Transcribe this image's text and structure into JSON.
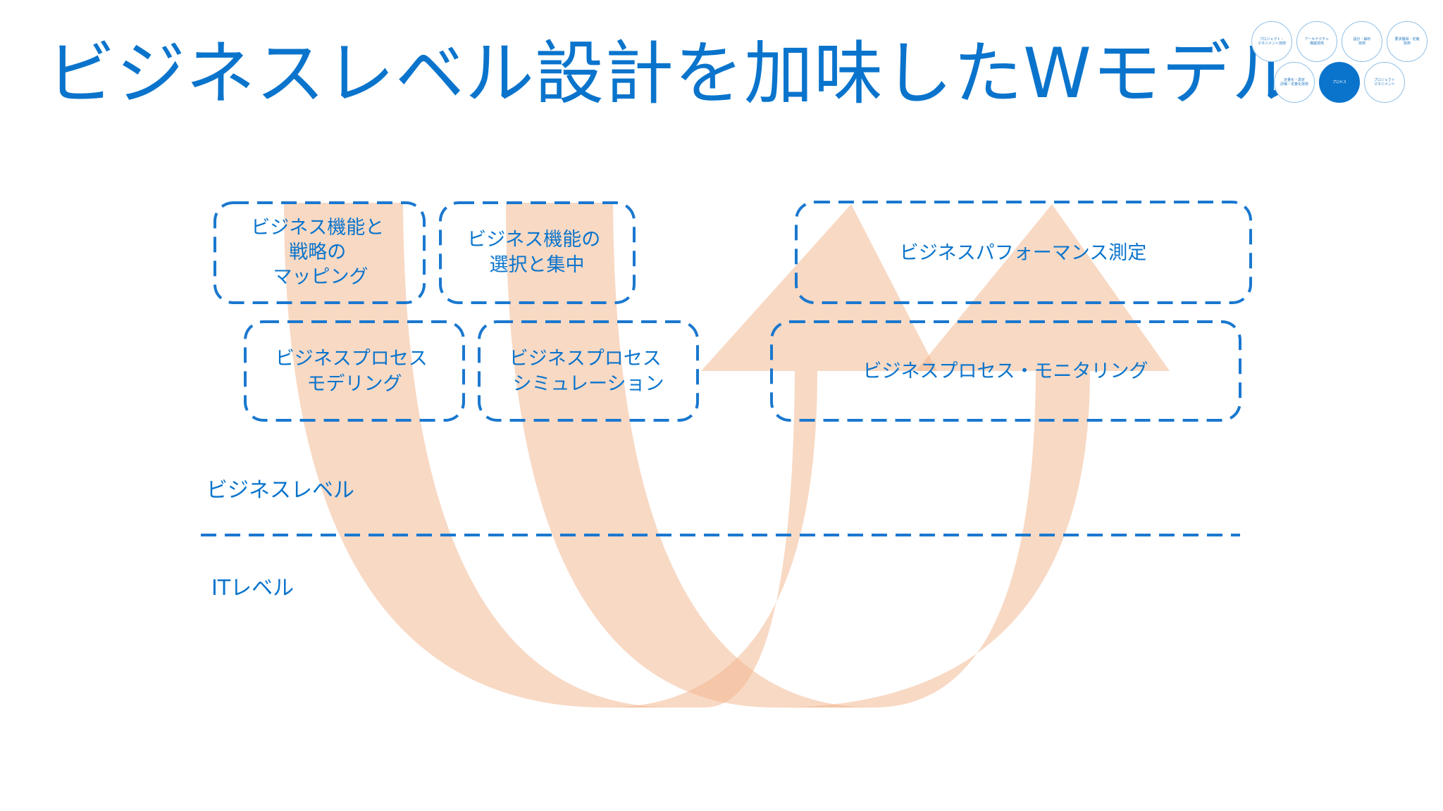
{
  "title": "ビジネスレベル設計を加味したWモデル",
  "nav_circles": [
    {
      "label": "プロジェクト・\nマネジメント技術",
      "active": false
    },
    {
      "label": "アーキテクチャ\n構築技術",
      "active": false
    },
    {
      "label": "設計・解析\n技術",
      "active": false
    },
    {
      "label": "要求獲得・定義\n技術",
      "active": false
    },
    {
      "label": "定量化・測定\n評価・定量化技術",
      "active": false
    },
    {
      "label": "プロセス",
      "active": true
    },
    {
      "label": "プロジェクト\nマネジメント",
      "active": false
    }
  ],
  "boxes": {
    "b1": [
      "ビジネス機能と",
      "戦略の",
      "マッピング"
    ],
    "b2": [
      "ビジネス機能の",
      "選択と集中"
    ],
    "b3": [
      "ビジネスパフォーマンス測定"
    ],
    "b4": [
      "ビジネスプロセス",
      "モデリング"
    ],
    "b5": [
      "ビジネスプロセス",
      "シミュレーション"
    ],
    "b6": [
      "ビジネスプロセス・モニタリング"
    ]
  },
  "levels": {
    "business": "ビジネスレベル",
    "it": "ITレベル"
  },
  "colors": {
    "title": "#0a74cc",
    "dashed_line": "#1a78cf",
    "arrow_fill": "#f2b48a"
  }
}
